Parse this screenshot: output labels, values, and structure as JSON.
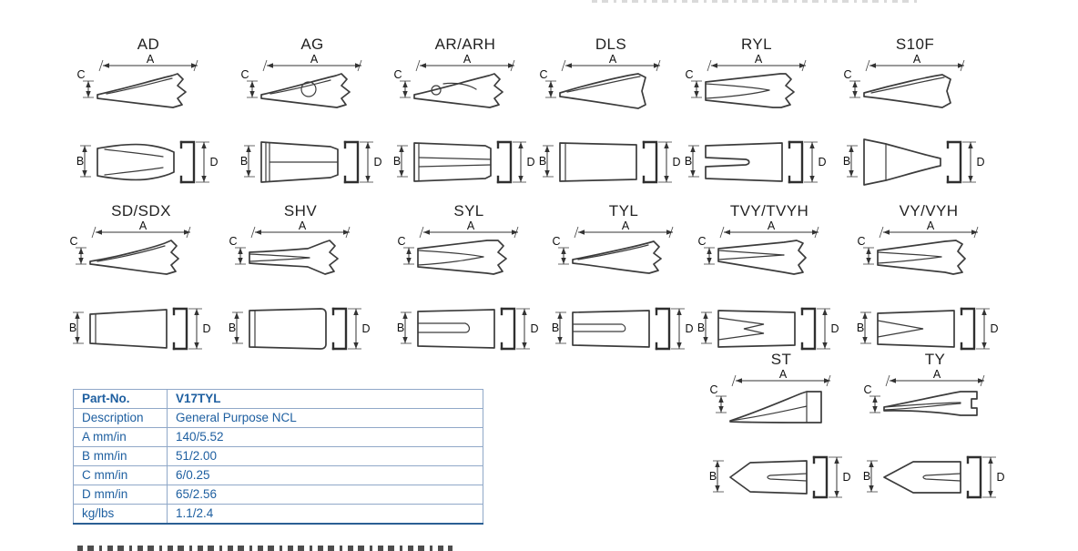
{
  "dims": {
    "a": "A",
    "b": "B",
    "c": "C",
    "d": "D"
  },
  "profiles": [
    {
      "name": "AD"
    },
    {
      "name": "AG"
    },
    {
      "name": "AR/ARH"
    },
    {
      "name": "DLS"
    },
    {
      "name": "RYL"
    },
    {
      "name": "S10F"
    },
    {
      "name": "SD/SDX"
    },
    {
      "name": "SHV"
    },
    {
      "name": "SYL"
    },
    {
      "name": "TYL"
    },
    {
      "name": "TVY/TVYH"
    },
    {
      "name": "VY/VYH"
    },
    {
      "name": "ST"
    },
    {
      "name": "TY"
    }
  ],
  "spec_table": {
    "rows": [
      {
        "label": "Part-No.",
        "value": "V17TYL",
        "header": true
      },
      {
        "label": "Description",
        "value": "General Purpose NCL",
        "header": false
      },
      {
        "label": "A mm/in",
        "value": "140/5.52",
        "header": false
      },
      {
        "label": "B mm/in",
        "value": "51/2.00",
        "header": false
      },
      {
        "label": "C mm/in",
        "value": "6/0.25",
        "header": false
      },
      {
        "label": "D mm/in",
        "value": "65/2.56",
        "header": false
      },
      {
        "label": "kg/lbs",
        "value": "1.1/2.4",
        "header": false
      }
    ],
    "accent_color": "#1e5fa0",
    "border_color": "#90a8c8"
  },
  "line_color": "#3c3c3c"
}
